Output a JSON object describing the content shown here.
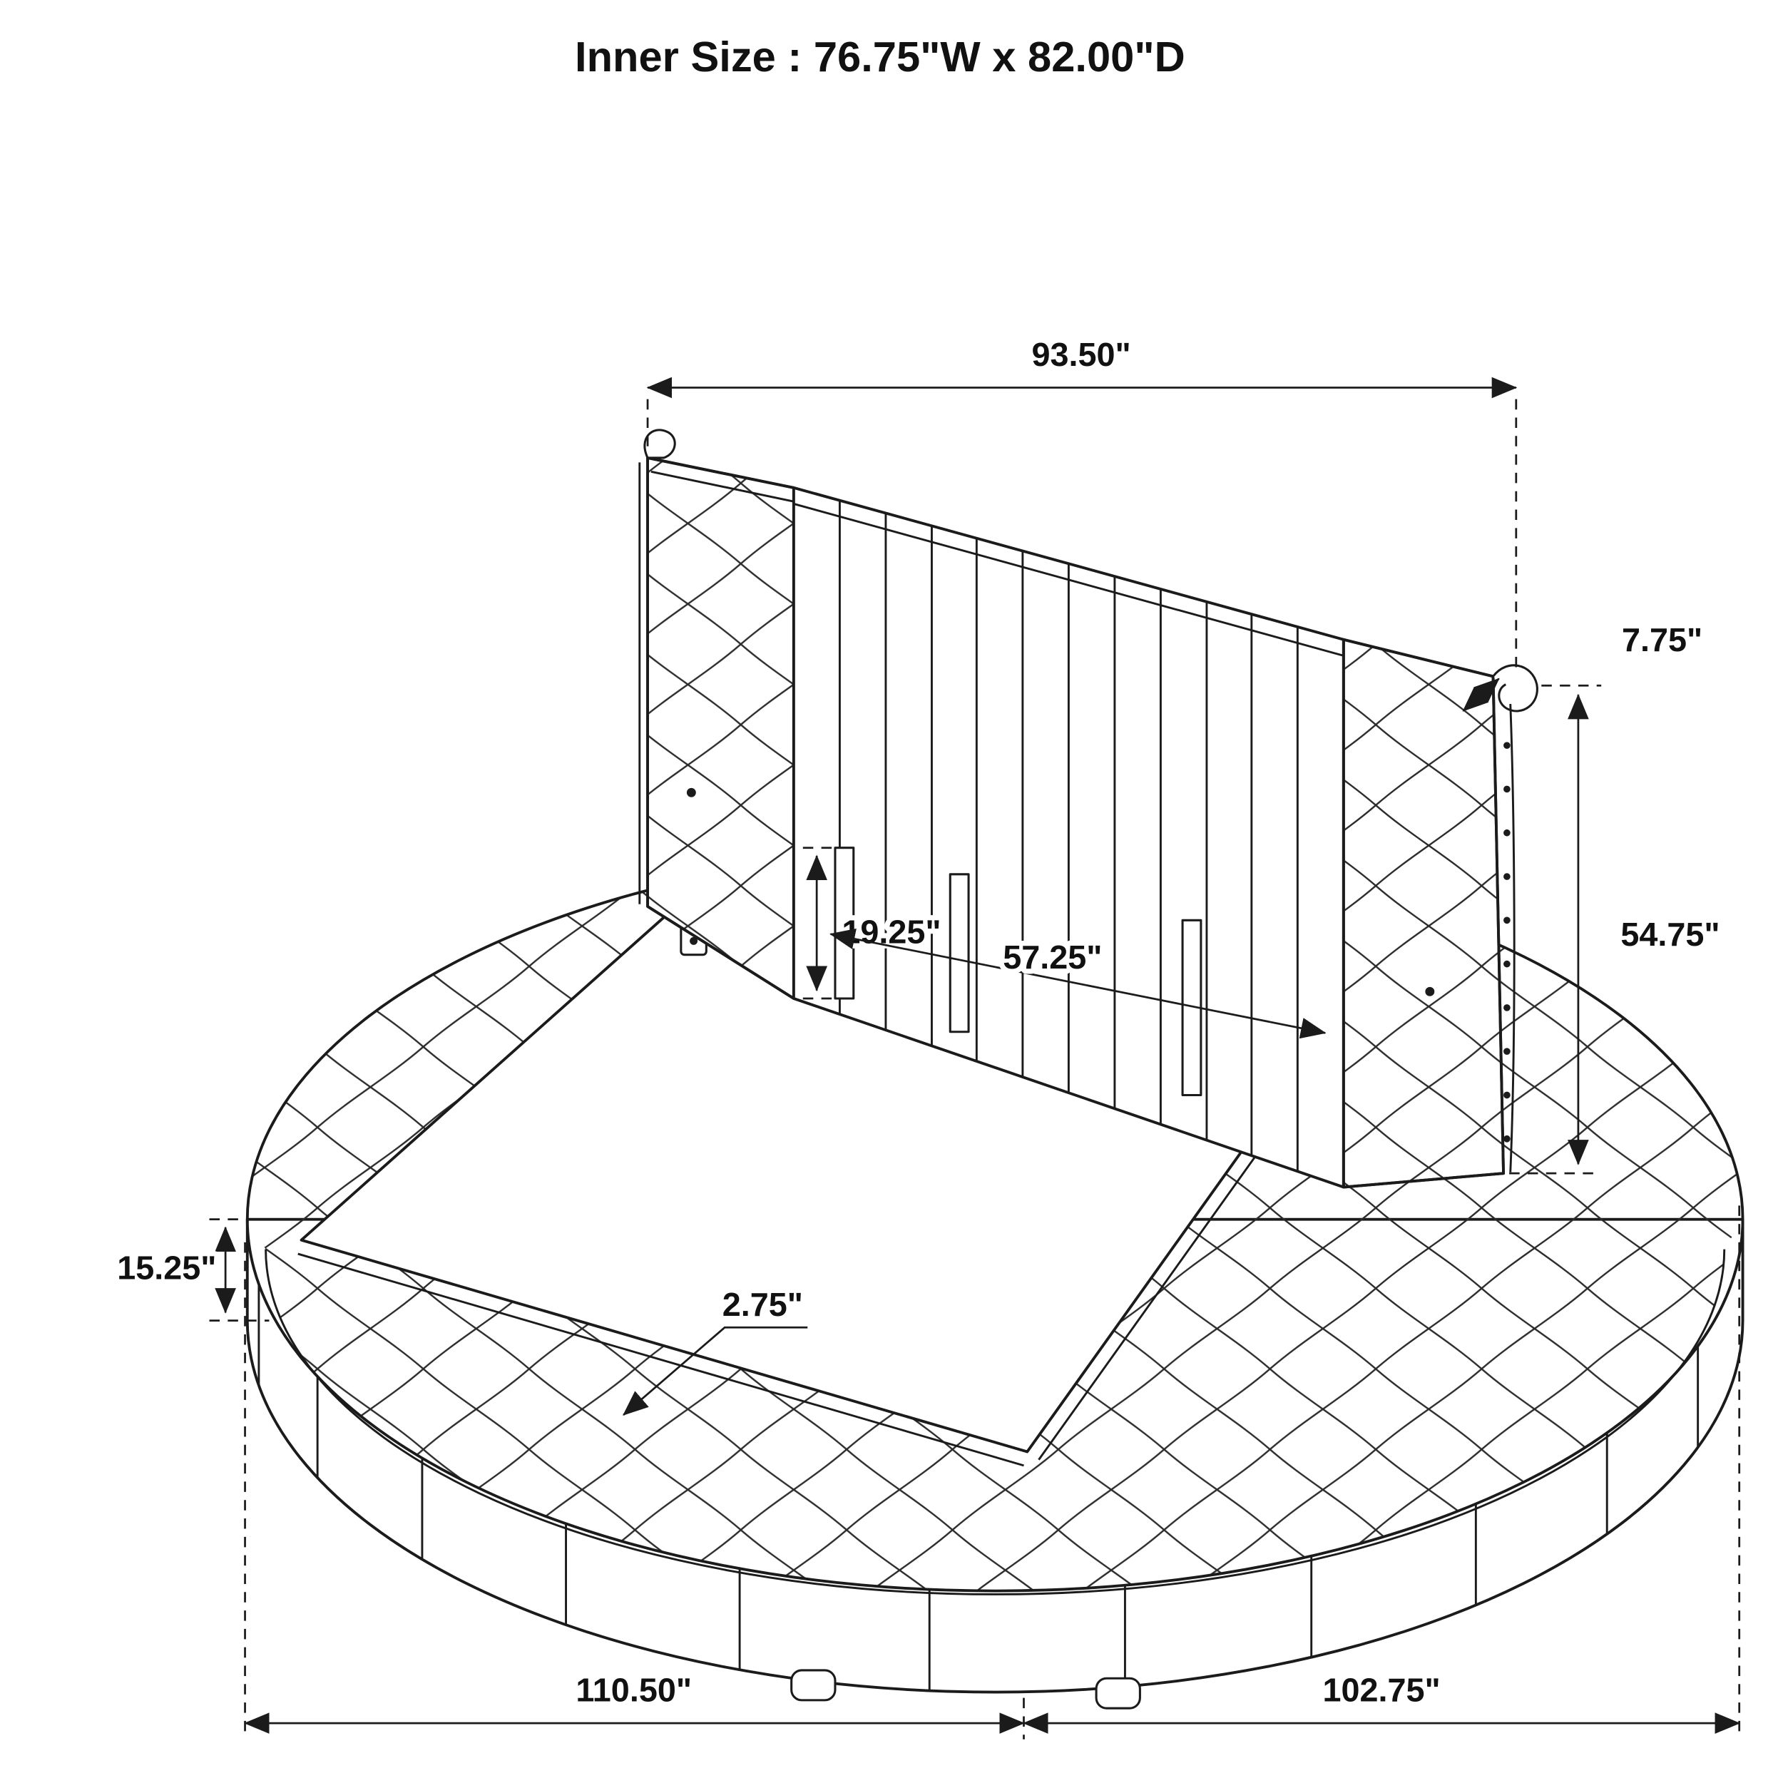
{
  "title": "Inner Size : 76.75\"W x 82.00\"D",
  "dims": {
    "headboard_width": "93.50\"",
    "headboard_thickness": "7.75\"",
    "headboard_height": "54.75\"",
    "inner_clearance_height": "19.25\"",
    "inner_clearance_width": "57.25\"",
    "base_height": "15.25\"",
    "deck_lip_thickness": "2.75\"",
    "overall_depth": "110.50\"",
    "overall_width_right": "102.75\""
  }
}
